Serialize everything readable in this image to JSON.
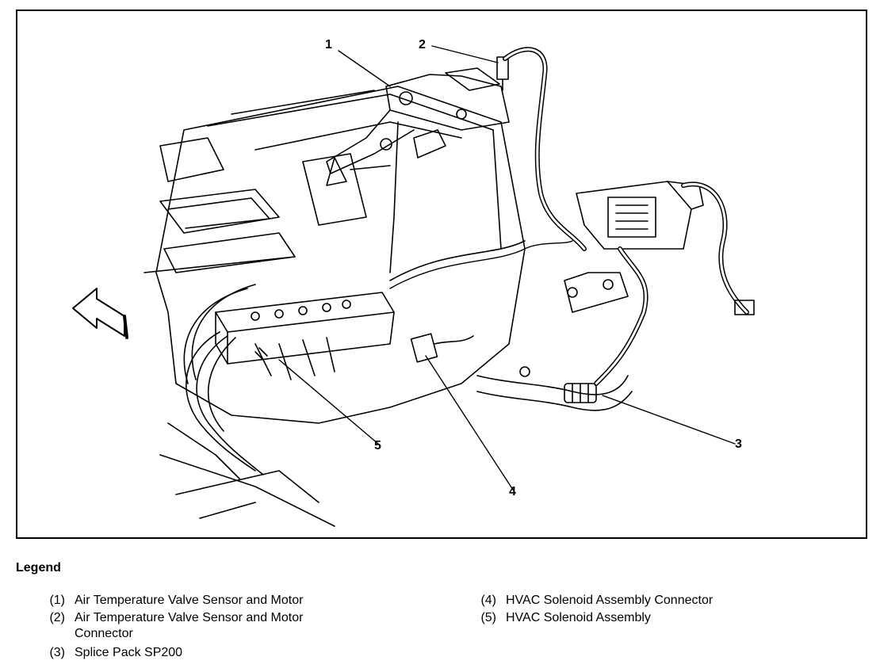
{
  "callouts": [
    "1",
    "2",
    "3",
    "4",
    "5"
  ],
  "legend": {
    "title": "Legend",
    "items": [
      {
        "num": "(1)",
        "text": "Air Temperature Valve Sensor and Motor"
      },
      {
        "num": "(2)",
        "text": "Air Temperature Valve Sensor and Motor",
        "text2": "Connector"
      },
      {
        "num": "(3)",
        "text": "Splice Pack SP200"
      },
      {
        "num": "(4)",
        "text": "HVAC Solenoid Assembly Connector"
      },
      {
        "num": "(5)",
        "text": "HVAC Solenoid Assembly"
      }
    ]
  }
}
